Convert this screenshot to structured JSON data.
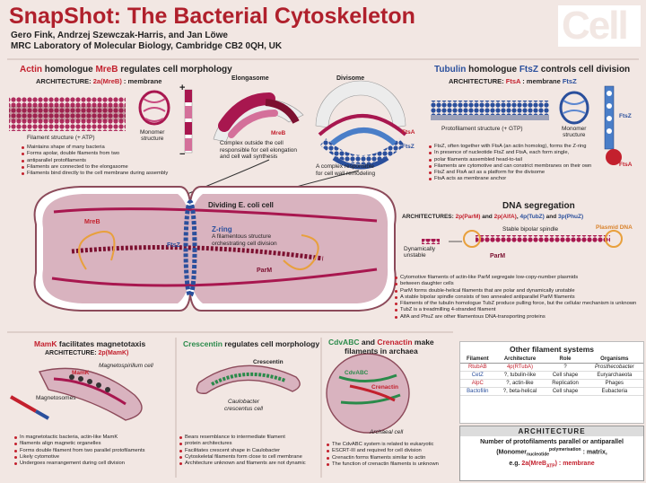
{
  "header": {
    "title": "SnapShot: The Bacterial Cytoskeleton",
    "authors": "Gero Fink, Andrzej Szewczak-Harris, and Jan Löwe",
    "affiliation": "MRC Laboratory of Molecular Biology, Cambridge CB2 0QH, UK",
    "logo": "Cell"
  },
  "mreb": {
    "heading_a": "Actin",
    "heading_b": " homologue ",
    "heading_c": "MreB",
    "heading_d": " regulates cell morphology",
    "arch_label": "ARCHITECTURE: ",
    "arch_value": "2a(MreB)",
    "arch_suffix": " : membrane",
    "filament_label": "Filament structure (+ ATP)",
    "monomer_label_1": "Monomer",
    "monomer_label_2": "structure",
    "bullets": [
      "Maintains shape of many bacteria",
      "Forms apolar, double filaments from two",
      "antiparallel protofilaments",
      "Filaments are connected to the elongasome",
      "Filaments bind directly to the cell membrane during assembly"
    ]
  },
  "elongasome": {
    "title": "Elongasome",
    "label": "MreB",
    "caption_1": "Complex outside the cell",
    "caption_2": "responsible for cell elongation",
    "caption_3": "and cell wall synthesis"
  },
  "divisome": {
    "title": "Divisome",
    "label_a": "FtsA",
    "label_b": "FtsZ",
    "caption_1": "A complex responsible",
    "caption_2": "for cell wall remodeling"
  },
  "ftsz": {
    "heading_a": "Tubulin",
    "heading_b": " homologue ",
    "heading_c": "FtsZ",
    "heading_d": " controls cell division",
    "arch_label": "ARCHITECTURE: ",
    "arch_value": "FtsA",
    "arch_mid": " : membrane ",
    "arch_value2": "FtsZ",
    "protofilament_label": "Protofilament structure (+ GTP)",
    "monomer_label_1": "Monomer",
    "monomer_label_2": "structure",
    "side_label_a": "FtsZ",
    "side_label_b": "FtsA",
    "bullets": [
      "FtsZ, often together with FtsA (an actin homolog), forms the Z-ring",
      "In presence of nucleotide FtsZ and FtsA, each form single,",
      "polar filaments assembled head-to-tail",
      "Filaments are cytomotive and can constrict membranes on their own",
      "FtsZ and FtsA act as a platform for the divisome",
      "FtsA acts as membrane anchor"
    ]
  },
  "cell": {
    "title": "Dividing E. coli cell",
    "mreb_label": "MreB",
    "ftsz_label": "FtsZ",
    "zring_title": "Z-ring",
    "zring_desc_1": "A filamentous structure",
    "zring_desc_2": "orchestrating cell division",
    "parm_label": "ParM"
  },
  "dna": {
    "heading": "DNA segregation",
    "arch_label": "ARCHITECTURES: ",
    "arch_value": "2p(ParM)",
    "arch_and": " and ",
    "arch_value2": "2p(AlfA)",
    "arch_value3": "4p(TubZ)",
    "arch_value4": "3p(PhuZ)",
    "dyn_label_1": "Dynamically",
    "dyn_label_2": "unstable",
    "spindle_label": "Stable bipolar spindle",
    "plasmid_label": "Plasmid DNA",
    "parm_label": "ParM",
    "bullets": [
      "Cytomotive filaments of actin-like ParM segregate low-copy-number plasmids",
      "between daughter cells",
      "ParM forms double-helical filaments that are polar and dynamically unstable",
      "A stable bipolar spindle consists of two annealed antiparallel ParM filaments",
      "Filaments of the tubulin homologue TubZ produce pulling force, but the cellular mechanism is unknown",
      "TubZ is a treadmilling 4-stranded filament",
      "AlfA and PhuZ are other filamentous DNA-transporting proteins"
    ]
  },
  "mamk": {
    "heading_a": "MamK",
    "heading_b": " facilitates magnetotaxis",
    "arch_label": "ARCHITECTURE: ",
    "arch_value": "2p(MamK)",
    "cell_label": "Magnetospirillum cell",
    "mamk_label": "MamK",
    "magnetosomes_label": "Magnetosomes",
    "bullets": [
      "In magnetotactic bacteria, actin-like MamK",
      "filaments align magnetic organelles",
      "Forms double filament from two parallel protofilaments",
      "Likely cytomotive",
      "Undergoes rearrangement during cell division"
    ]
  },
  "crescentin": {
    "heading_a": "Crescentin",
    "heading_b": " regulates cell morphology",
    "label": "Crescentin",
    "cell_label_1": "Caulobacter",
    "cell_label_2": "crescentus cell",
    "bullets": [
      "Bears resemblance to intermediate filament",
      "protein architectures",
      "Facilitates crescent shape in Caulobacter",
      "Cytoskeletal filaments form close to cell membrane",
      "Architecture unknown and filaments are not dynamic"
    ]
  },
  "cdv": {
    "heading_a": "CdvABC",
    "heading_b": " and ",
    "heading_c": "Crenactin",
    "heading_d": " make",
    "heading_e": "filaments in archaea",
    "cdv_label": "CdvABC",
    "cren_label": "Crenactin",
    "cell_label": "Archaeal cell",
    "bullets": [
      "The CdvABC system is related to eukaryotic",
      "ESCRT-III and required for cell division",
      "Crenactin forms filaments similar to actin",
      "The function of crenactin filaments is unknown"
    ]
  },
  "other": {
    "title": "Other filament systems",
    "columns": [
      "Filament",
      "Architecture",
      "Role",
      "Organisms"
    ],
    "rows": [
      [
        "RtubAB",
        "4p(RTubA)",
        "?",
        "Prosthecobacter"
      ],
      [
        "CetZ",
        "?, tubulin-like",
        "Cell shape",
        "Euryarchaeota"
      ],
      [
        "AlpC",
        "?, actin-like",
        "Replication",
        "Phages"
      ],
      [
        "Bactofilin",
        "?, beta-helical",
        "Cell shape",
        "Eubacteria"
      ]
    ]
  },
  "architecture_box": {
    "title": "ARCHITECTURE",
    "line1": "Number of protofilaments parallel or antiparallel",
    "line2": "(Monomer",
    "line2_sub": "nucleotide",
    "line2_sup": "polymerisation",
    "line2_end": " : matrix,",
    "line3_a": "e.g. ",
    "line3_b": "2a(MreB",
    "line3_sub": "ATP",
    "line3_c": ") : membrane"
  },
  "colors": {
    "actin_red": "#c3202d",
    "magenta": "#b01f6e",
    "tubulin_blue": "#2a4f9c",
    "crescentin_green": "#2a8a4a",
    "cell_fill": "#d9b3bf",
    "background": "#f2e7e3"
  },
  "icons": [
    "bullet-dot-icon",
    "arrow-icon",
    "plus-icon",
    "minus-icon"
  ]
}
